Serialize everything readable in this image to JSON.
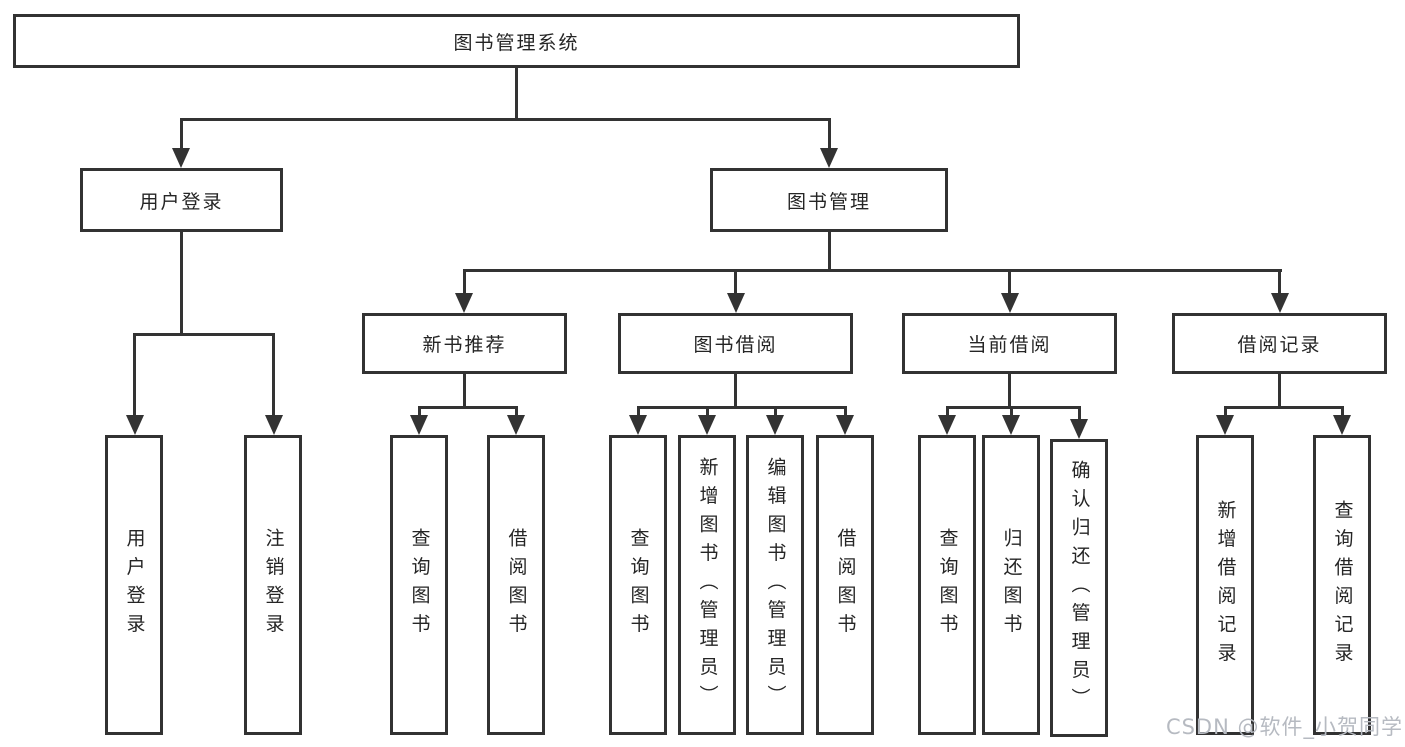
{
  "diagram_type": "hierarchy",
  "tree": {
    "root_label": "图书管理系统",
    "branches": [
      {
        "label": "用户登录",
        "leaves": [
          "用户登录",
          "注销登录"
        ]
      },
      {
        "label": "图书管理",
        "groups": [
          {
            "label": "新书推荐",
            "leaves": [
              "查询图书",
              "借阅图书"
            ]
          },
          {
            "label": "图书借阅",
            "leaves": [
              "查询图书",
              "新增图书（管理员）",
              "编辑图书（管理员）",
              "借阅图书"
            ]
          },
          {
            "label": "当前借阅",
            "leaves": [
              "查询图书",
              "归还图书",
              "确认归还（管理员）"
            ]
          },
          {
            "label": "借阅记录",
            "leaves": [
              "新增借阅记录",
              "查询借阅记录"
            ]
          }
        ]
      }
    ]
  },
  "watermark": {
    "text": "CSDN @软件_小贺同学"
  },
  "colors": {
    "line": "#333333",
    "box_border": "#323232",
    "text": "#252525",
    "watermark": "#b6bac1",
    "background": "#ffffff"
  }
}
